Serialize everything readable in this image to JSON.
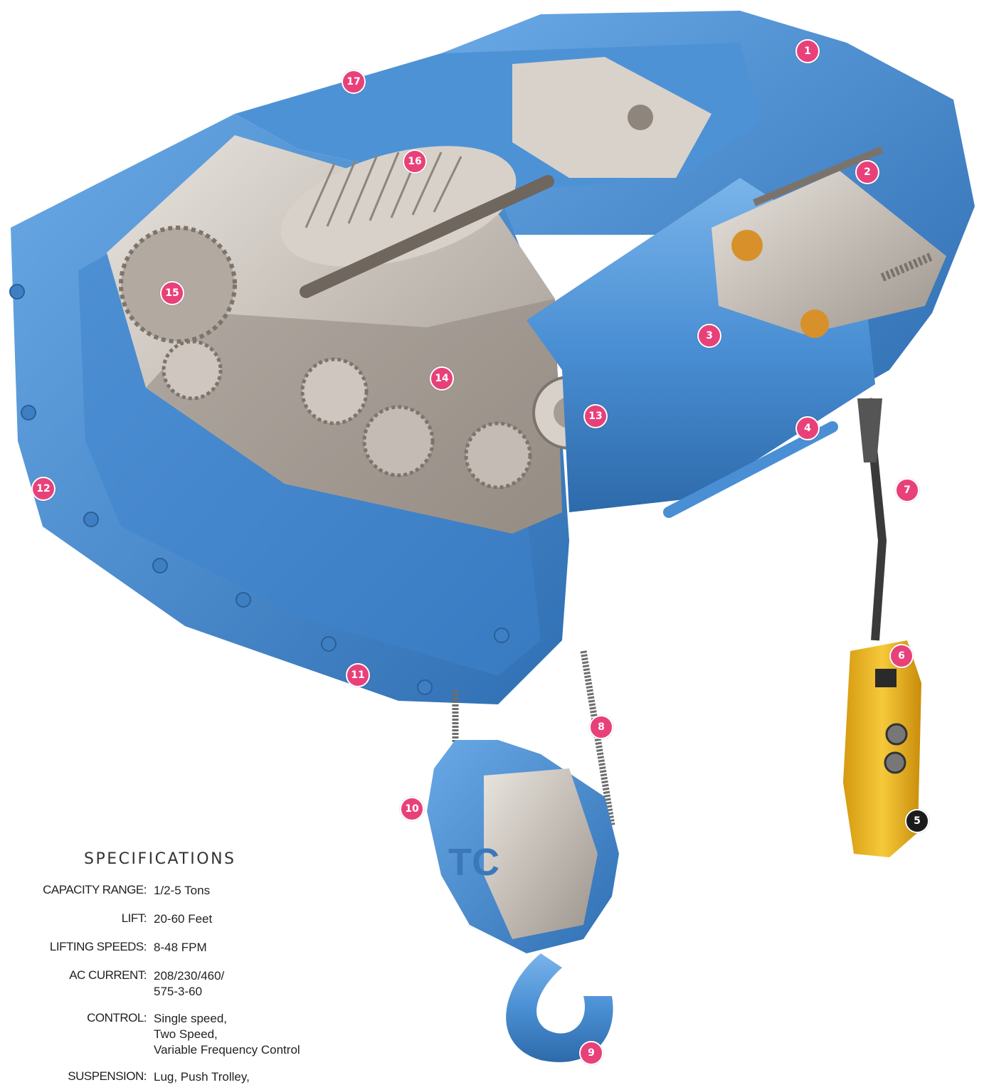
{
  "callouts": [
    {
      "n": "1",
      "style": "pink"
    },
    {
      "n": "2",
      "style": "pink"
    },
    {
      "n": "3",
      "style": "pink"
    },
    {
      "n": "4",
      "style": "pink"
    },
    {
      "n": "5",
      "style": "black"
    },
    {
      "n": "6",
      "style": "pink"
    },
    {
      "n": "7",
      "style": "pink"
    },
    {
      "n": "8",
      "style": "pink"
    },
    {
      "n": "9",
      "style": "pink"
    },
    {
      "n": "10",
      "style": "pink"
    },
    {
      "n": "11",
      "style": "pink"
    },
    {
      "n": "12",
      "style": "pink"
    },
    {
      "n": "13",
      "style": "pink"
    },
    {
      "n": "14",
      "style": "pink"
    },
    {
      "n": "15",
      "style": "pink"
    },
    {
      "n": "16",
      "style": "pink"
    },
    {
      "n": "17",
      "style": "pink"
    }
  ],
  "hook_block_letters": "TC",
  "specifications": {
    "title": "SPECIFICATIONS",
    "rows": [
      {
        "label": "CAPACITY RANGE:",
        "value": "1/2-5 Tons"
      },
      {
        "label": "LIFT:",
        "value": "20-60 Feet"
      },
      {
        "label": "LIFTING SPEEDS:",
        "value": "8-48 FPM"
      },
      {
        "label": "AC CURRENT:",
        "value": "208/230/460/\n575-3-60"
      },
      {
        "label": "CONTROL:",
        "value": "Single speed,\nTwo Speed,\nVariable Frequency Control"
      },
      {
        "label": "SUSPENSION:",
        "value": "Lug, Push Trolley,"
      }
    ]
  },
  "colors": {
    "housing": "#4a8fd4",
    "housing_dark": "#2f6fb3",
    "interior": "#bdb4ac",
    "callout": "#e8417a",
    "pendant": "#f0b81c"
  }
}
